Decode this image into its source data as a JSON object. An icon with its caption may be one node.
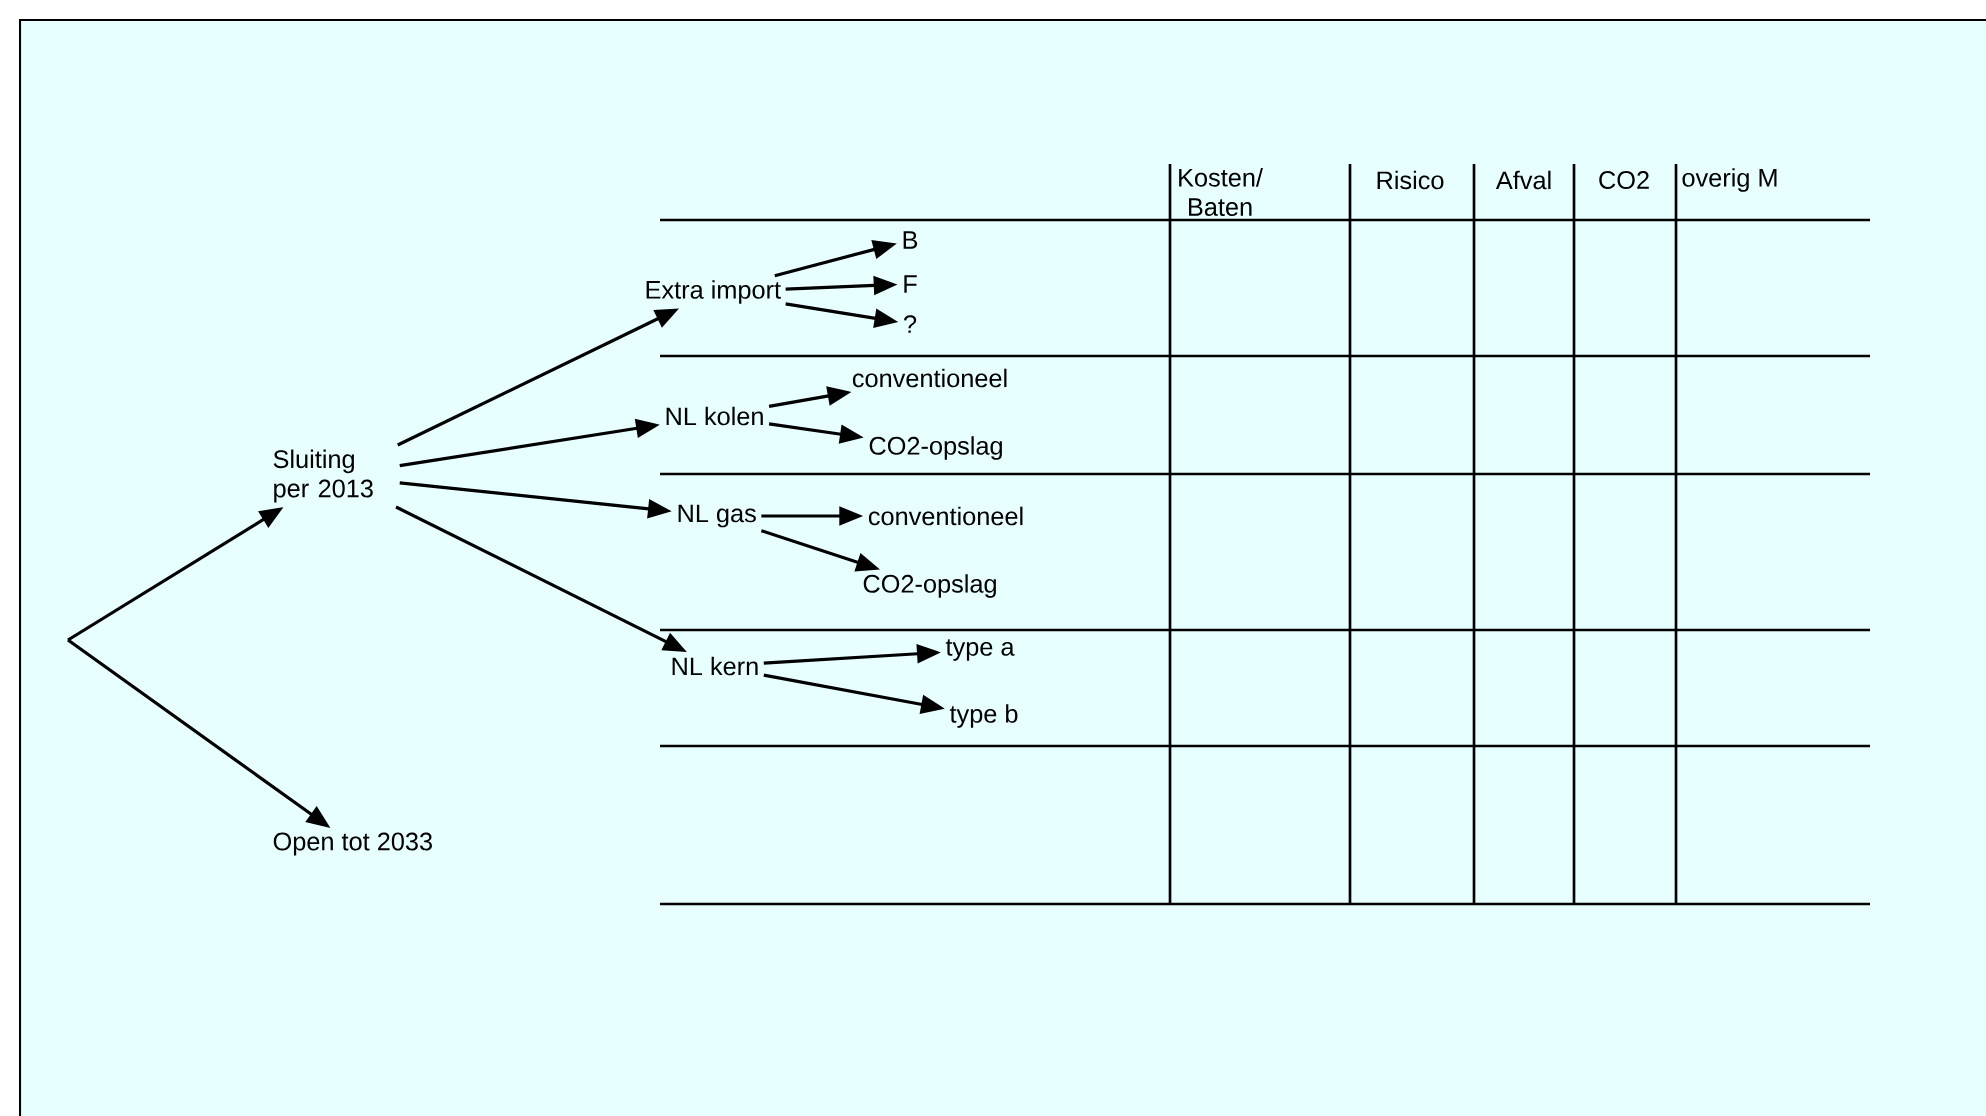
{
  "diagram": {
    "nodes": [
      {
        "text": [
          "Sluiting per 2013"
        ]
      },
      {
        "text": [
          "Open tot 2033"
        ]
      },
      {
        "text": [
          "Extra import"
        ]
      },
      {
        "text": [
          "NL kolen"
        ]
      },
      {
        "text": [
          "NL gas"
        ]
      },
      {
        "text": [
          "NL kern"
        ]
      },
      {
        "text": [
          "B"
        ]
      },
      {
        "text": [
          "F"
        ]
      },
      {
        "text": [
          "?"
        ]
      },
      {
        "text": [
          "conventioneel"
        ]
      },
      {
        "text": [
          "CO2-opslag"
        ]
      },
      {
        "text": [
          "conventioneel"
        ]
      },
      {
        "text": [
          "CO2-opslag"
        ]
      },
      {
        "text": [
          "type a"
        ]
      },
      {
        "text": [
          "type b"
        ]
      }
    ],
    "edges": [
      {
        "from": null,
        "to": 0,
        "arrow": "to"
      },
      {
        "from": null,
        "to": 1,
        "arrow": "to"
      },
      {
        "from": 0,
        "to": 2,
        "arrow": "to"
      },
      {
        "from": 0,
        "to": 3,
        "arrow": "to"
      },
      {
        "from": 0,
        "to": 4,
        "arrow": "to"
      },
      {
        "from": 0,
        "to": 5,
        "arrow": "to"
      },
      {
        "from": 2,
        "to": 6,
        "arrow": "to"
      },
      {
        "from": 2,
        "to": 7,
        "arrow": "to"
      },
      {
        "from": 2,
        "to": 8,
        "arrow": "to"
      },
      {
        "from": 3,
        "to": 9,
        "arrow": "to"
      },
      {
        "from": 3,
        "to": 10,
        "arrow": "to"
      },
      {
        "from": 4,
        "to": 11,
        "arrow": "to"
      },
      {
        "from": 4,
        "to": 12,
        "arrow": "to"
      },
      {
        "from": 5,
        "to": 13,
        "arrow": "to"
      },
      {
        "from": 5,
        "to": 14,
        "arrow": "to"
      }
    ],
    "labels": [
      "Kosten/ Baten",
      "Risico",
      "Afval",
      "CO2",
      "overig M"
    ]
  }
}
